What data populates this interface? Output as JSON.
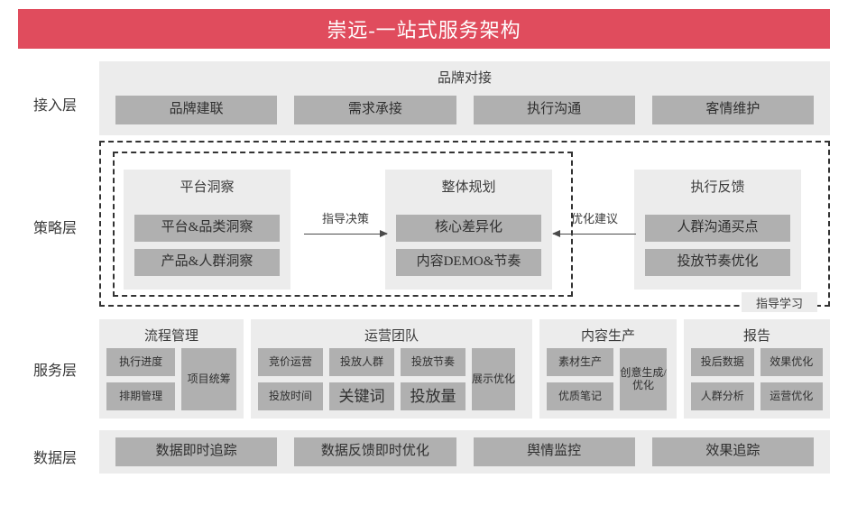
{
  "header": {
    "title": "崇远-一站式服务架构",
    "accent_color": "#e04c5d"
  },
  "colors": {
    "box": "#b0b0b0",
    "panel": "#ececec",
    "banner": "#e04c5d",
    "dashed_border": "#333333"
  },
  "row_labels": {
    "access": "接入层",
    "strategy": "策略层",
    "service": "服务层",
    "data": "数据层"
  },
  "access_layer": {
    "title": "品牌对接",
    "items": [
      {
        "label": "品牌建联"
      },
      {
        "label": "需求承接"
      },
      {
        "label": "执行沟通"
      },
      {
        "label": "客情维护"
      }
    ]
  },
  "strategy_layer": {
    "panels": [
      {
        "title": "平台洞察",
        "items": [
          {
            "label": "平台&品类洞察"
          },
          {
            "label": "产品&人群洞察"
          }
        ]
      },
      {
        "title": "整体规划",
        "items": [
          {
            "label": "核心差异化"
          },
          {
            "label": "内容DEMO&节奏"
          }
        ]
      },
      {
        "title": "执行反馈",
        "items": [
          {
            "label": "人群沟通买点"
          },
          {
            "label": "投放节奏优化"
          }
        ]
      }
    ],
    "arrow_guide_label": "指导决策",
    "arrow_optimize_label": "优化建议",
    "learning_label": "指导学习"
  },
  "service_layer": {
    "groups": [
      {
        "title": "流程管理",
        "columns": [
          {
            "type": "stack",
            "width": 78,
            "items": [
              {
                "label": "执行进度"
              },
              {
                "label": "排期管理"
              }
            ]
          },
          {
            "type": "tall",
            "width": 62,
            "items": [
              {
                "label": "项目统筹"
              }
            ]
          }
        ]
      },
      {
        "title": "运营团队",
        "columns": [
          {
            "type": "stack",
            "width": 72,
            "items": [
              {
                "label": "竞价运营"
              },
              {
                "label": "投放时间"
              }
            ]
          },
          {
            "type": "stack",
            "width": 72,
            "items": [
              {
                "label": "投放人群"
              },
              {
                "label": "关键词",
                "big": true
              }
            ]
          },
          {
            "type": "stack",
            "width": 72,
            "items": [
              {
                "label": "投放节奏"
              },
              {
                "label": "投放量",
                "big": true
              }
            ]
          },
          {
            "type": "tall",
            "width": 48,
            "items": [
              {
                "label": "展示优化"
              }
            ]
          }
        ]
      },
      {
        "title": "内容生产",
        "columns": [
          {
            "type": "stack",
            "width": 74,
            "items": [
              {
                "label": "素材生产"
              },
              {
                "label": "优质笔记"
              }
            ]
          },
          {
            "type": "tall",
            "width": 52,
            "items": [
              {
                "label": "创意生成/优化"
              }
            ]
          }
        ]
      },
      {
        "title": "报告",
        "columns": [
          {
            "type": "stack",
            "width": 70,
            "items": [
              {
                "label": "投后数据"
              },
              {
                "label": "人群分析"
              }
            ]
          },
          {
            "type": "stack",
            "width": 70,
            "items": [
              {
                "label": "效果优化"
              },
              {
                "label": "运营优化"
              }
            ]
          }
        ]
      }
    ]
  },
  "data_layer": {
    "items": [
      {
        "label": "数据即时追踪"
      },
      {
        "label": "数据反馈即时优化"
      },
      {
        "label": "舆情监控"
      },
      {
        "label": "效果追踪"
      }
    ]
  }
}
